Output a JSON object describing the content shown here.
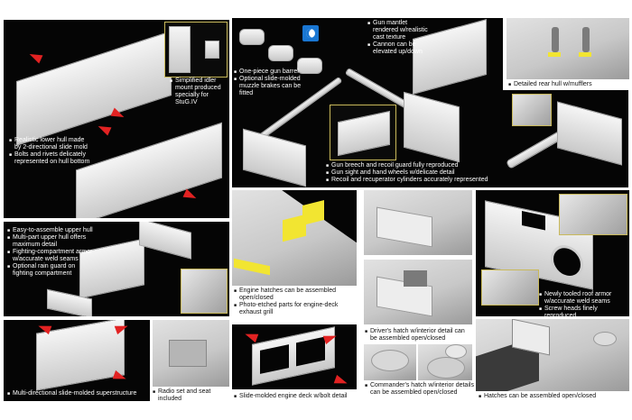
{
  "panels": {
    "lower_hull": {
      "features": [
        "Realistic lower hull made by 2-directional slide mold",
        "Bolts and rivets delicately represented on hull bottom"
      ],
      "inset_caption": "Simplified idler mount produced specially for StuG.IV"
    },
    "gun": {
      "barrel_features": [
        "One-piece gun barrel",
        "Optional slide-molded muzzle brakes can be fitted"
      ],
      "mantlet_features": [
        "Gun mantlet rendered w/realistic cast texture",
        "Cannon can be elevated up/down"
      ],
      "breech_features": [
        "Gun breech and recoil guard fully reproduced",
        "Gun sight and hand wheels w/delicate detail",
        "Recoil and recuperator cylinders accurately represented"
      ]
    },
    "rear_hull": {
      "caption": "Detailed rear hull w/mufflers"
    },
    "upper_hull": {
      "features": [
        "Easy-to-assemble upper hull",
        "Multi-part upper hull offers maximum detail",
        "Fighting-compartment armor w/accurate weld seams",
        "Optional rain guard on fighting compartment"
      ]
    },
    "superstructure": {
      "caption": "Multi-directional slide-molded superstructure"
    },
    "radio": {
      "caption": "Radio set and seat included"
    },
    "engine": {
      "features": [
        "Engine hatches can be assembled open/closed",
        "Photo-etched parts for engine-deck exhaust grill"
      ]
    },
    "engine_deck": {
      "caption": "Slide-molded engine deck w/bolt detail"
    },
    "drivers_hatch": {
      "caption": "Driver's hatch w/interior detail can be assembled open/closed"
    },
    "commanders_hatch": {
      "caption": "Commander's hatch w/interior details can be assembled open/closed"
    },
    "roof_armor": {
      "features": [
        "Newly tooled roof armor w/accurate weld seams",
        "Screw heads finely reproduced"
      ]
    },
    "hatches": {
      "caption": "Hatches can be assembled open/closed"
    }
  },
  "colors": {
    "panel_dark": "#050505",
    "arrow_red": "#e22222",
    "inset_border": "#c9b95a",
    "photo_etch_yellow": "#f2e531",
    "logo_blue": "#1976d2"
  },
  "icons": {
    "slide_mold_logo": "slide-mold-logo-icon",
    "direction_arrow": "red-direction-arrow-icon"
  }
}
